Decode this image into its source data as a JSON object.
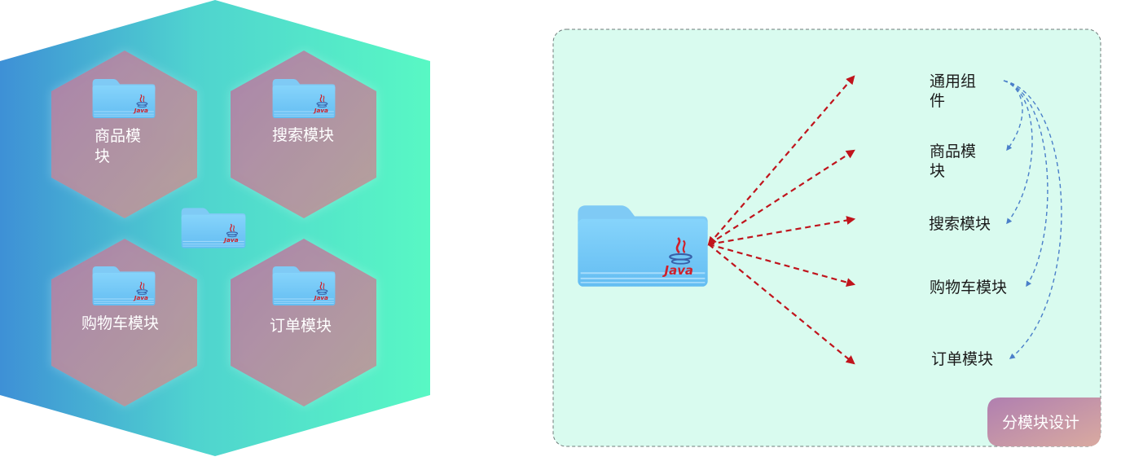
{
  "left_panel": {
    "hexagons": [
      {
        "label_line1": "商品模",
        "label_line2": "块"
      },
      {
        "label_line1": "搜索模块",
        "label_line2": ""
      },
      {
        "label_line1": "购物车模块",
        "label_line2": ""
      },
      {
        "label_line1": "订单模块",
        "label_line2": ""
      }
    ],
    "colors": {
      "gradient_start": "#3f94d8",
      "gradient_end": "#56f7c5",
      "hex_fill": "#b0869f"
    }
  },
  "right_panel": {
    "java_text": "Java",
    "modules": [
      {
        "line1": "通用组",
        "line2": "件"
      },
      {
        "line1": "商品模",
        "line2": "块"
      },
      {
        "line1": "搜索模块",
        "line2": ""
      },
      {
        "line1": "购物车模块",
        "line2": ""
      },
      {
        "line1": "订单模块",
        "line2": ""
      }
    ],
    "badge": "分模块设计",
    "colors": {
      "panel_fill": "#d9fbef",
      "red_arrow": "#c0141c",
      "blue_arrow": "#4a7fc9"
    }
  }
}
